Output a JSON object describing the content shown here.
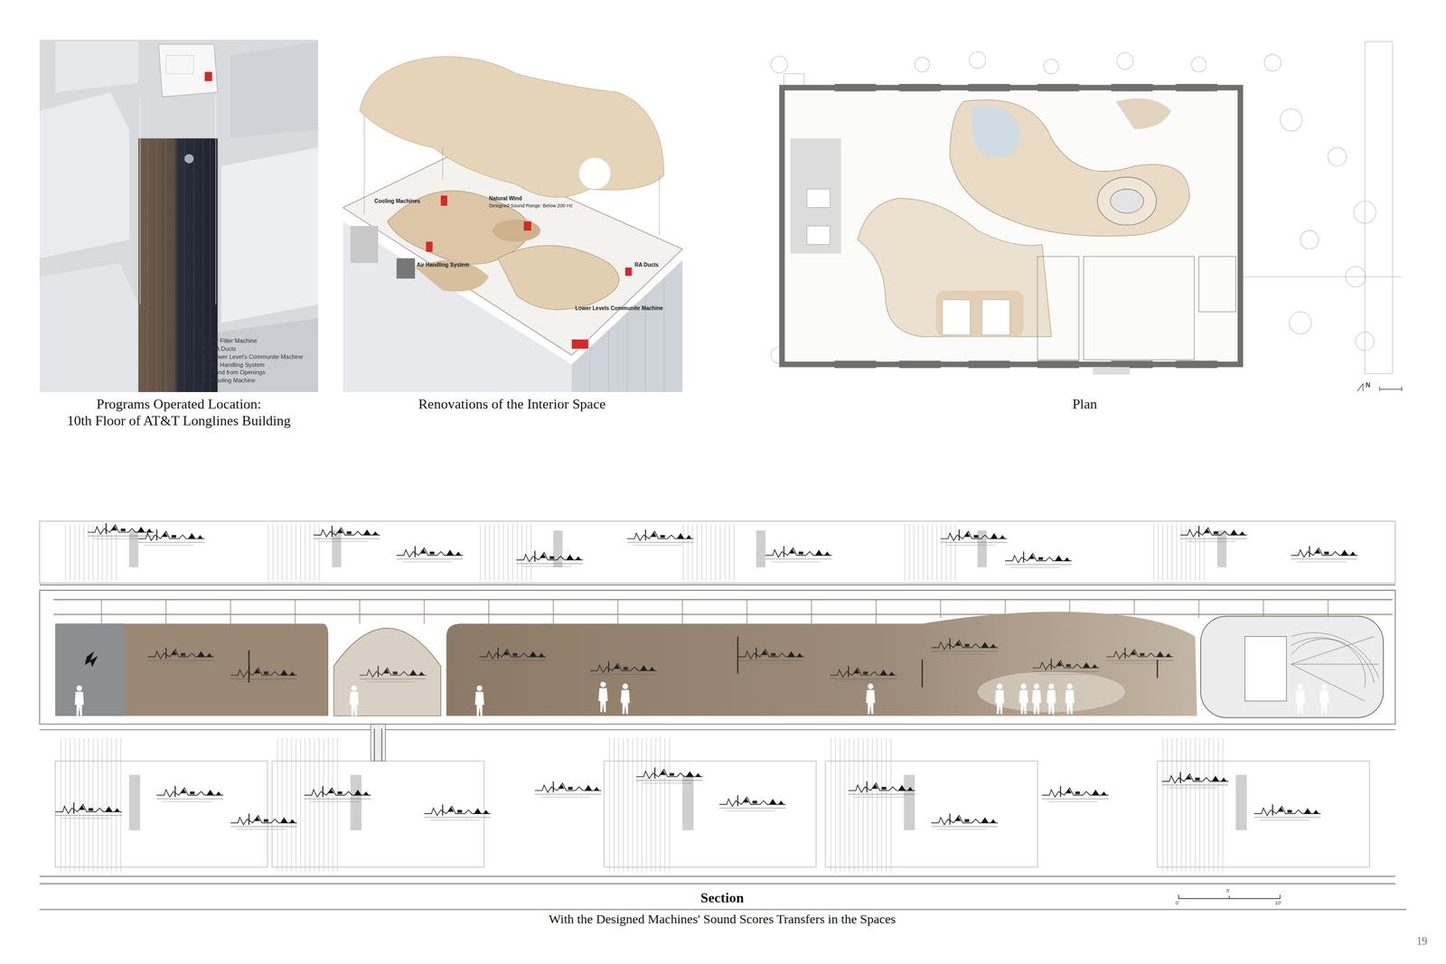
{
  "diagram": {
    "labels": [
      "Programs Operated Location:",
      "10th Floor of AT&T Longlines Building",
      "1 - Air Filter Machine",
      "2 - RA Ducts",
      "3 - Lower Level's Communite Machine",
      "4 - Air Handling System",
      "5 - Wind from Openings",
      "6 - Cooling Machine",
      "Renovations of the Interior Space",
      "Cooling Machines",
      "Natural Wind",
      "Designed Sound Range: Below 200 Hz",
      "Air Handling System",
      "RA Ducts",
      "Lower Levels Communite Machine",
      "Plan",
      "N",
      "Section",
      "With the Designed Machines' Sound Scores Transfers in the Spaces",
      "0'",
      "5'",
      "10'",
      "19"
    ]
  }
}
